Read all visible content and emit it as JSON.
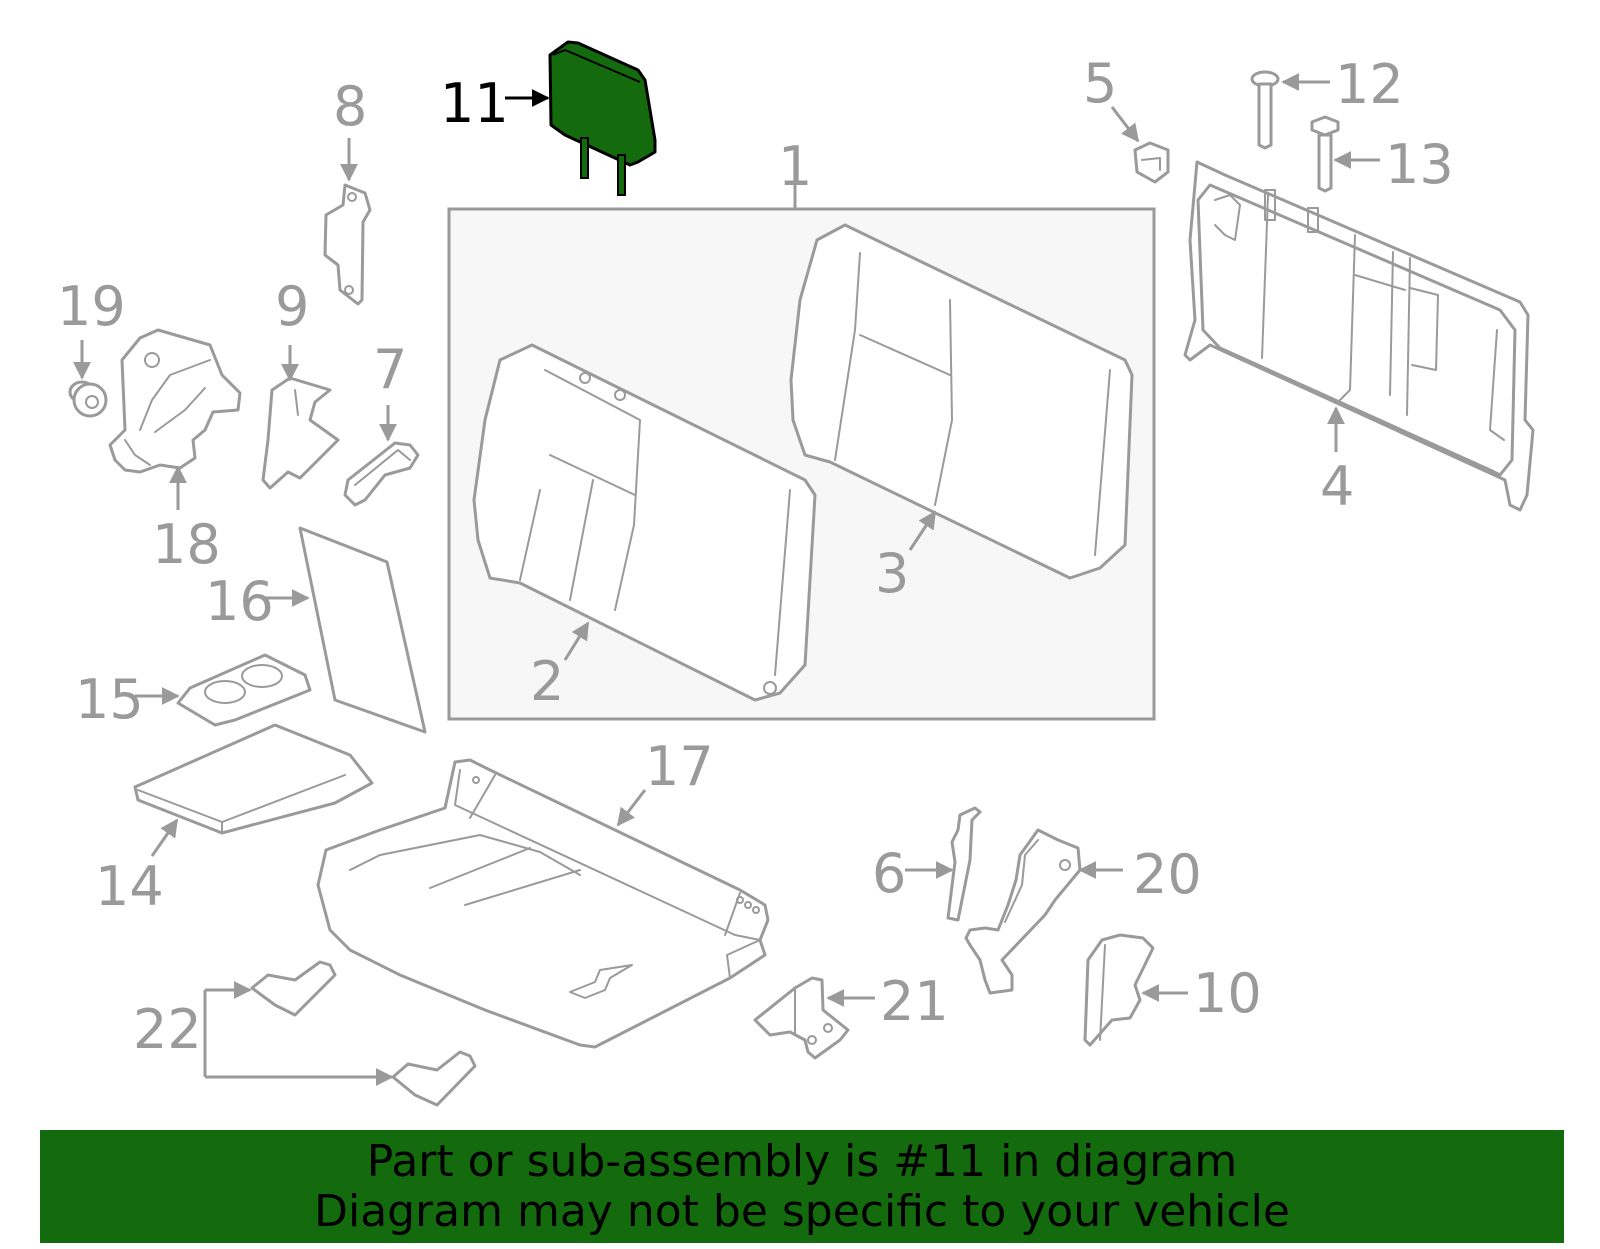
{
  "colors": {
    "highlight": "#136b0d",
    "part_line": "#9a9a9a",
    "group_box_fill": "#f7f7f7",
    "label_gray": "#9a9a9a",
    "banner": "#136b0d"
  },
  "highlighted_part": "11",
  "callouts": {
    "c1": "1",
    "c2": "2",
    "c3": "3",
    "c4": "4",
    "c5": "5",
    "c6": "6",
    "c7": "7",
    "c8": "8",
    "c9": "9",
    "c10": "10",
    "c11": "11",
    "c12": "12",
    "c13": "13",
    "c14": "14",
    "c15": "15",
    "c16": "16",
    "c17": "17",
    "c18": "18",
    "c19": "19",
    "c20": "20",
    "c21": "21",
    "c22": "22"
  },
  "banner": {
    "line1": "Part or sub-assembly is #11 in diagram",
    "line2": "Diagram may not be specific to your vehicle"
  }
}
